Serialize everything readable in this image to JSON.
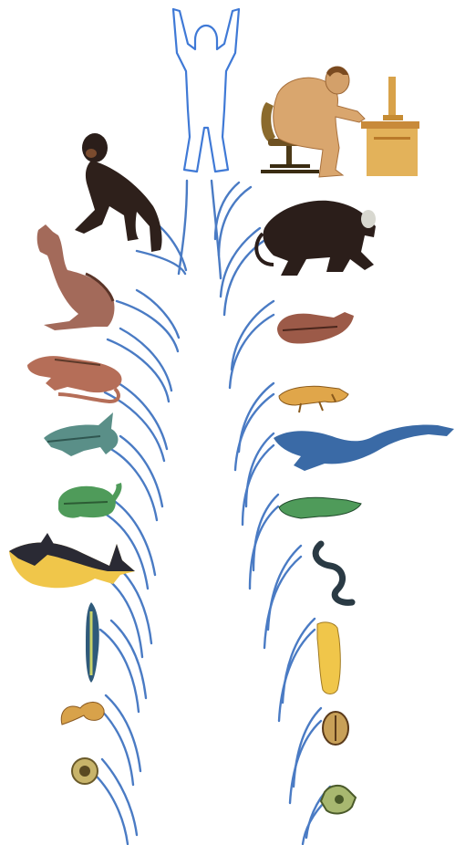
{
  "colors": {
    "branch": "#4a7bc4",
    "human_outline": "#3f79d6",
    "skin": "#e0b07a",
    "dark_fur": "#2b1e1a",
    "green": "#4f9b5a",
    "yellow": "#f0c64a",
    "blue": "#3a6aa6"
  },
  "figures": {
    "left": [
      "chimpanzee",
      "kangaroo",
      "reptile",
      "sturgeon",
      "tadpole-fish",
      "shark",
      "flatworm",
      "sperm-cell",
      "single-cell"
    ],
    "right": [
      "monkey",
      "mole",
      "salamander",
      "plesiosaur",
      "lungfish",
      "worm",
      "slug",
      "seed-cell",
      "amoeba"
    ],
    "top": [
      "human-outline",
      "man-at-computer"
    ]
  }
}
